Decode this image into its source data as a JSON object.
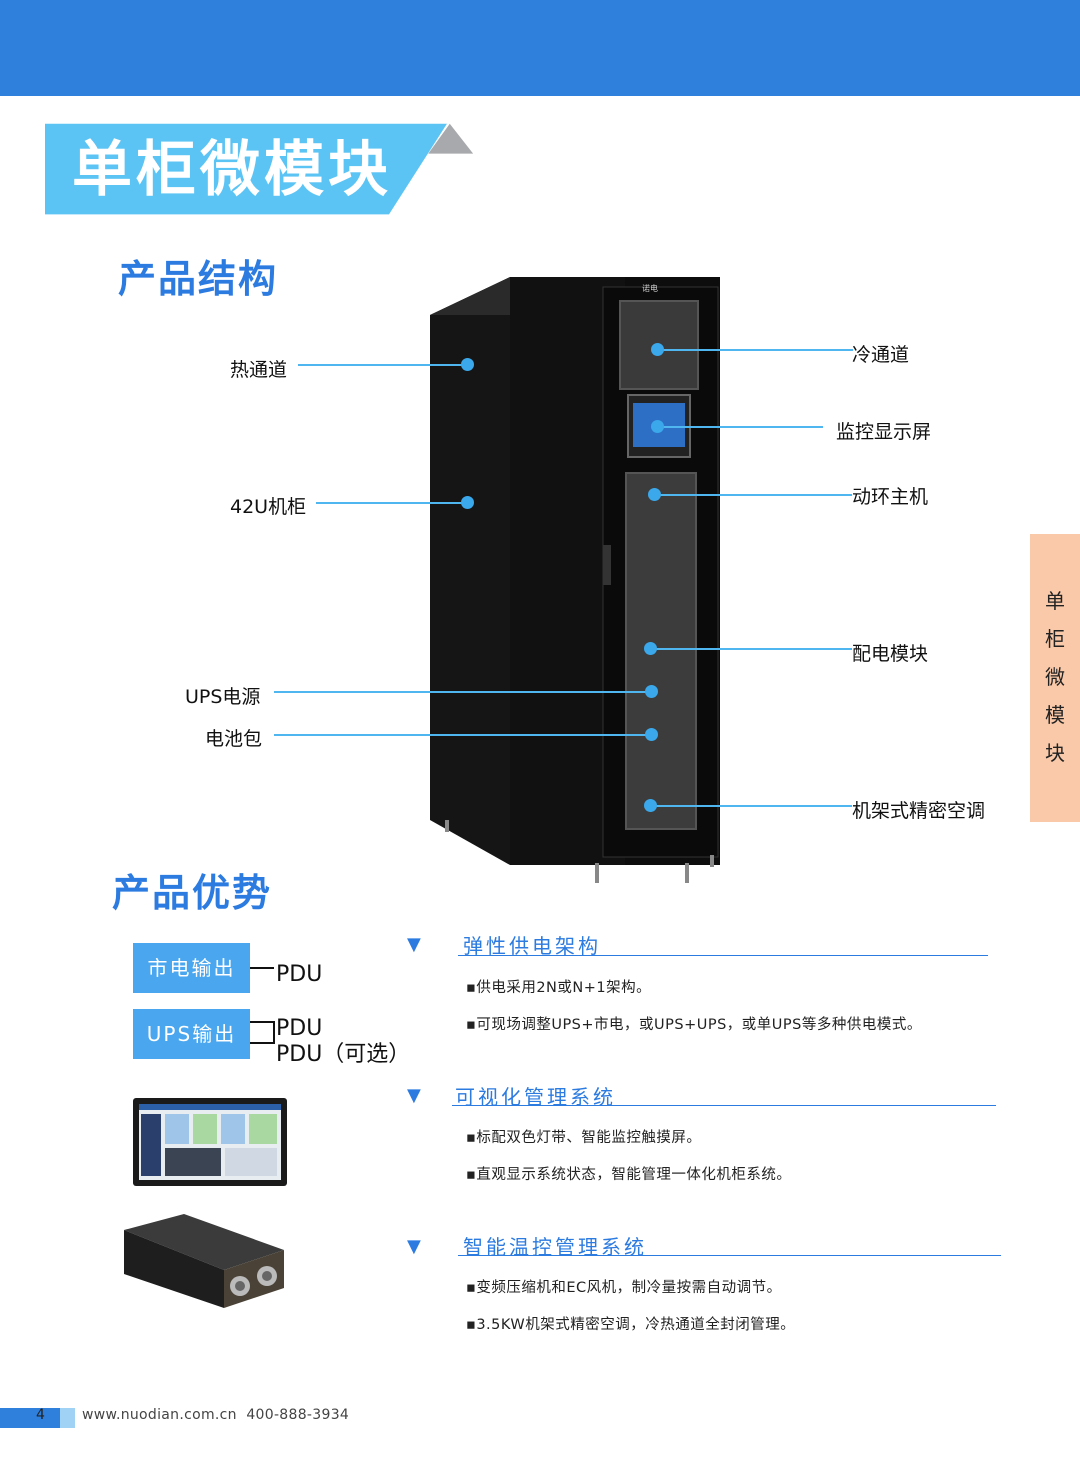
{
  "header": {
    "page_title": "单柜微模块"
  },
  "structure": {
    "section_title": "产品结构",
    "callouts": {
      "hot_aisle": "热通道",
      "cabinet_42u": "42U机柜",
      "ups": "UPS电源",
      "battery": "电池包",
      "cold_aisle": "冷通道",
      "monitor_screen": "监控显示屏",
      "env_host": "动环主机",
      "power_module": "配电模块",
      "rack_ac": "机架式精密空调"
    }
  },
  "side_tab": {
    "chars": [
      "单",
      "柜",
      "微",
      "模",
      "块"
    ]
  },
  "advantages": {
    "section_title": "产品优势",
    "power": {
      "mains_label": "市电输出",
      "ups_label": "UPS输出",
      "pdu1": "PDU",
      "pdu2": "PDU",
      "pdu3": "PDU（可选）"
    },
    "features": [
      {
        "title": "弹性供电架构",
        "items": [
          "▪供电采用2N或N+1架构。",
          "▪可现场调整UPS+市电，或UPS+UPS，或单UPS等多种供电模式。"
        ]
      },
      {
        "title": "可视化管理系统",
        "items": [
          "▪标配双色灯带、智能监控触摸屏。",
          "▪直观显示系统状态，智能管理一体化机柜系统。"
        ]
      },
      {
        "title": "智能温控管理系统",
        "items": [
          "▪变频压缩机和EC风机，制冷量按需自动调节。",
          "▪3.5KW机架式精密空调，冷热通道全封闭管理。"
        ]
      }
    ],
    "arrow": "▼"
  },
  "footer": {
    "page_number": "4",
    "contact": "www.nuodian.com.cn  400-888-3934"
  },
  "colors": {
    "brand_blue": "#2f80dd",
    "light_blue": "#5cc4f5",
    "accent_peach": "#f9c9a9"
  }
}
